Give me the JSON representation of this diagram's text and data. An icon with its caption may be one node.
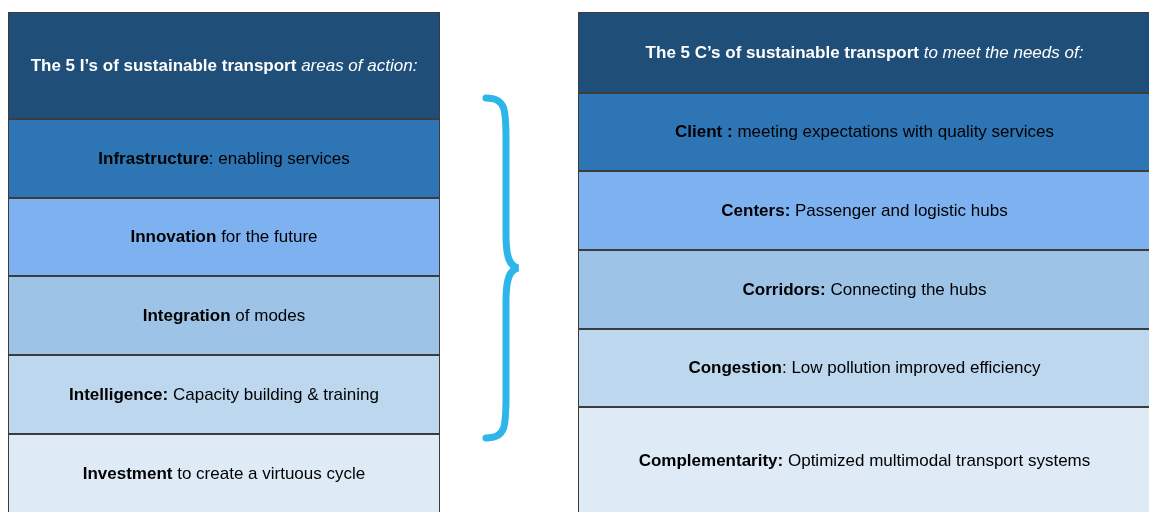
{
  "diagram": {
    "nodes": [
      {
        "text": [
          "**The 5 I’s of sustainable transport** *areas of action:*"
        ]
      },
      {
        "text": [
          "**Infrastructure**: enabling services"
        ]
      },
      {
        "text": [
          "**Innovation** for the future"
        ]
      },
      {
        "text": [
          "**Integration** of modes"
        ]
      },
      {
        "text": [
          "**Intelligence:** Capacity building & training"
        ]
      },
      {
        "text": [
          "**Investment** to create a virtuous cycle"
        ]
      },
      {
        "text": [
          "**The 5 C’s of sustainable transport** *to meet the needs of:*"
        ]
      },
      {
        "text": [
          "**Client :** meeting expectations with quality services"
        ]
      },
      {
        "text": [
          "**Centers:** Passenger and logistic hubs"
        ]
      },
      {
        "text": [
          "**Corridors:** Connecting the hubs"
        ]
      },
      {
        "text": [
          "**Congestion**: Low pollution improved efficiency"
        ]
      },
      {
        "text": [
          "**Complementarity:** Optimized multimodal transport systems"
        ]
      }
    ],
    "edges": []
  }
}
